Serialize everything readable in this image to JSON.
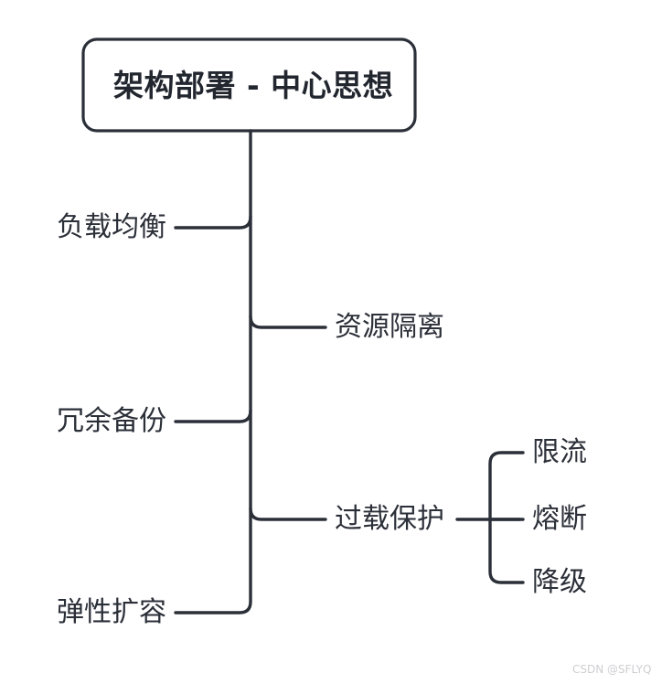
{
  "diagram": {
    "type": "mind-map",
    "stroke_color": "#2b2f38",
    "text_color": "#2b2f38",
    "background_color": "#ffffff",
    "root": {
      "label": "架构部署 - 中心思想"
    },
    "branches_left": [
      {
        "label": "负载均衡"
      },
      {
        "label": "冗余备份"
      },
      {
        "label": "弹性扩容"
      }
    ],
    "branches_right": [
      {
        "label": "资源隔离"
      },
      {
        "label": "过载保护"
      }
    ],
    "sub_branches": [
      {
        "label": "限流"
      },
      {
        "label": "熔断"
      },
      {
        "label": "降级"
      }
    ]
  },
  "watermark": {
    "text": "CSDN @SFLYQ",
    "color": "#cfcfd2"
  }
}
